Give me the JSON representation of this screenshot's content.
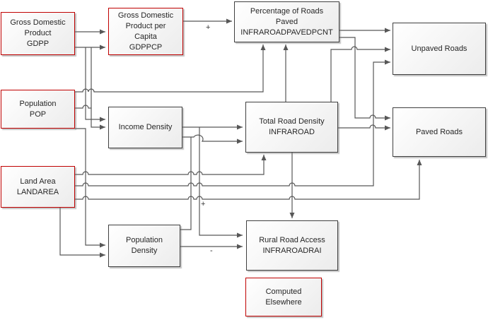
{
  "diagram": {
    "title": "road infrastructure variable flow diagram",
    "nodes": {
      "gdpp": {
        "lines": [
          "Gross Domestic",
          "Product",
          "GDPP"
        ],
        "type": "computed-elsewhere"
      },
      "gdppcp": {
        "lines": [
          "Gross Domestic",
          "Product per",
          "Capita",
          "GDPPCP"
        ],
        "type": "computed-elsewhere"
      },
      "pct_paved": {
        "lines": [
          "Percentage of Roads",
          "Paved",
          "INFRAROADPAVEDPCNT"
        ],
        "type": "computed-here"
      },
      "unpaved": {
        "lines": [
          "Unpaved Roads"
        ],
        "type": "computed-here"
      },
      "pop": {
        "lines": [
          "Population",
          "POP"
        ],
        "type": "computed-elsewhere"
      },
      "income_density": {
        "lines": [
          "Income Density"
        ],
        "type": "computed-here"
      },
      "infraroad": {
        "lines": [
          "Total Road Density",
          "INFRAROAD"
        ],
        "type": "computed-here"
      },
      "paved": {
        "lines": [
          "Paved Roads"
        ],
        "type": "computed-here"
      },
      "landarea": {
        "lines": [
          "Land Area",
          "LANDAREA"
        ],
        "type": "computed-elsewhere"
      },
      "pop_density": {
        "lines": [
          "Population",
          "Density"
        ],
        "type": "computed-here"
      },
      "rural": {
        "lines": [
          "Rural Road Access",
          "INFRAROADRAI"
        ],
        "type": "computed-here"
      },
      "legend": {
        "lines": [
          "Computed",
          "Elsewhere"
        ],
        "type": "legend"
      }
    },
    "edge_labels": {
      "gdppcp_to_pct_paved": "+",
      "landarea_branch_to_rural": "+",
      "pop_density_to_rural": "-"
    },
    "colors": {
      "source_border": "#C00000",
      "computed_border": "#404040",
      "connector": "#575757",
      "background": "#ffffff"
    }
  }
}
